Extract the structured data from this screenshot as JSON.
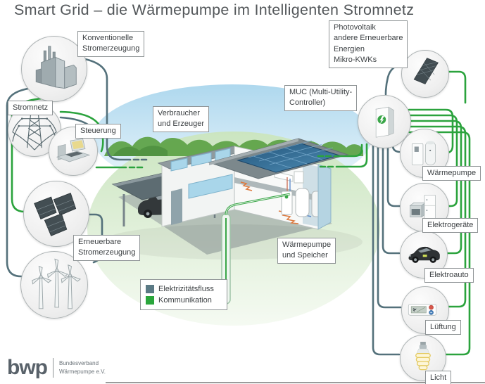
{
  "title": "Smart Grid – die Wärmepumpe im Intelligenten Stromnetz",
  "labels": {
    "konventionelle": "Konventionelle\nStromerzeugung",
    "stromnetz": "Stromnetz",
    "steuerung": "Steuerung",
    "erneuerbare": "Erneuerbare\nStromerzeugung",
    "verbraucher": "Verbraucher\nund Erzeuger",
    "photovoltaik": "Photovoltaik\nandere Erneuerbare\nEnergien\nMikro-KWKs",
    "muc": "MUC (Multi-Utility-\nController)",
    "waermepumpe_speicher": "Wärmepumpe\nund Speicher",
    "waermepumpe": "Wärmepumpe",
    "elektrogeraete": "Elektrogeräte",
    "elektroauto": "Elektroauto",
    "lueftung": "Lüftung",
    "licht": "Licht"
  },
  "legend": {
    "items": [
      {
        "label": "Elektrizitätsfluss",
        "color": "#5b7a85"
      },
      {
        "label": "Kommunikation",
        "color": "#2aa63c"
      }
    ]
  },
  "colors": {
    "electricity_line": "#54717b",
    "communication_line": "#2ba33d"
  },
  "icons": {
    "factory": "power-plant-icon",
    "stromnetz": "transmission-tower-icon",
    "steuerung": "computer-icon",
    "solar_left": "solar-panels-icon",
    "wind": "wind-turbines-icon",
    "pv_right": "solar-panel-icon",
    "muc": "controller-box-icon",
    "waermepumpe": "heat-pump-icon",
    "elektrogeraete": "appliances-icon",
    "elektroauto": "electric-car-icon",
    "lueftung": "ventilation-control-icon",
    "licht": "cfl-bulb-icon"
  },
  "logo": {
    "brand": "bwp",
    "org": "Bundesverband\nWärmepumpe e.V."
  }
}
